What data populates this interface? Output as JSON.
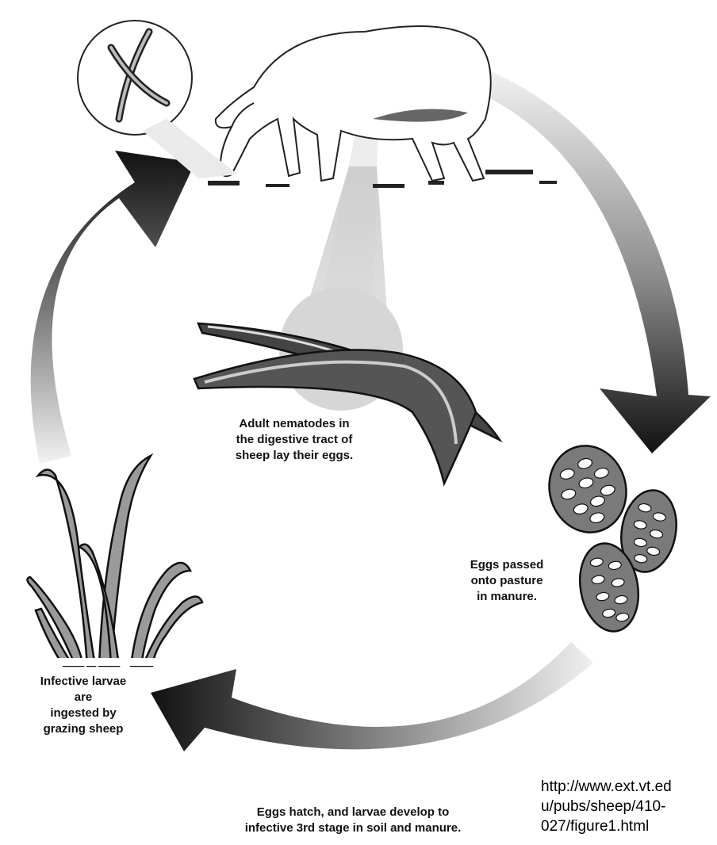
{
  "labels": {
    "adult_nematodes": "Adult nematodes in\nthe digestive tract of\nsheep lay their eggs.",
    "eggs_passed": "Eggs passed\nonto pasture\nin manure.",
    "infective_larvae": "Infective larvae\nare\ningested by\ngrazing sheep",
    "eggs_hatch": "Eggs hatch, and larvae develop to\ninfective 3rd stage in soil and manure."
  },
  "source_url": "http://www.ext.vt.ed\nu/pubs/sheep/410-\n027/figure1.html",
  "colors": {
    "arrow_dark": "#111111",
    "arrow_light": "#e6e6e6",
    "egg_fill": "#7a7a7a",
    "spotlight": "#d0d0d0"
  },
  "icons": [
    "sheep",
    "worm-magnified",
    "adult-nematodes",
    "parasite-eggs",
    "grass-larvae"
  ]
}
